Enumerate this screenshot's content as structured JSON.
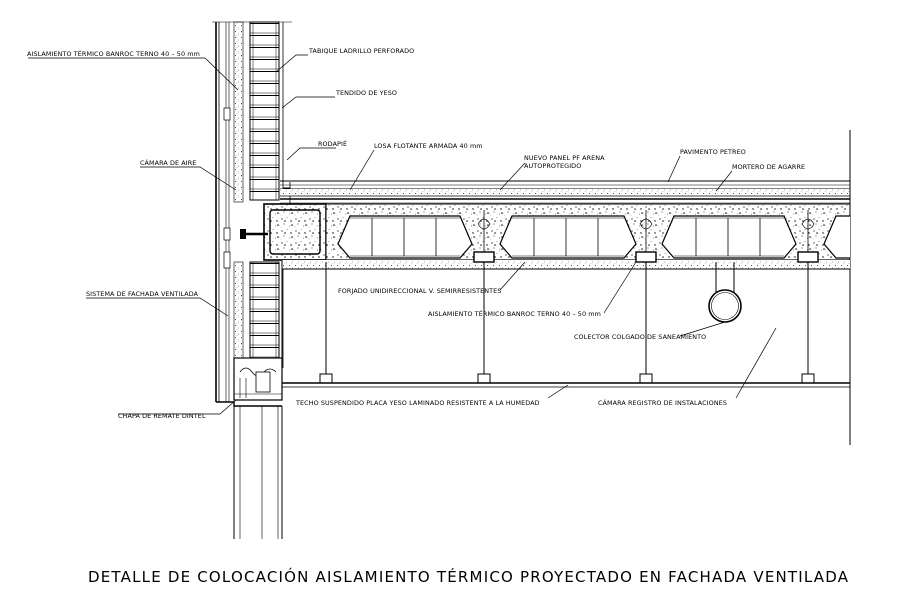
{
  "labels": {
    "aislamiento_top": "AISLAMIENTO TÉRMICO BANROC TERNO 40 – 50 mm",
    "tabique": "TABIQUE LADRILLO PERFORADO",
    "tendido": "TENDIDO DE YESO",
    "camara_aire": "CÁMARA DE AIRE",
    "rodapie": "RODAPIÉ",
    "losa": "LOSA FLOTANTE ARMADA 40 mm",
    "nuevo_panel_1": "NUEVO PANEL PF ARENA",
    "nuevo_panel_2": "AUTOPROTEGIDO",
    "pavimento": "PAVIMENTO PETREO",
    "mortero": "MORTERO DE AGARRE",
    "sistema_fachada": "SISTEMA DE FACHADA VENTILADA",
    "forjado": "FORJADO UNIDIRECCIONAL V. SEMIRRESISTENTES",
    "aislamiento_mid": "AISLAMIENTO TÉRMICO BANROC TERNO 40 – 50 mm",
    "colector": "COLECTOR COLGADO DE SANEAMIENTO",
    "chapa": "CHAPA DE REMATE DINTEL",
    "techo": "TECHO SUSPENDIDO PLACA  YESO LAMINADO RESISTENTE A LA HUMEDAD",
    "camara_registro": "CÁMARA REGISTRO DE INSTALACIONES"
  },
  "caption": "DETALLE DE COLOCACIÓN AISLAMIENTO TÉRMICO PROYECTADO EN FACHADA VENTILADA"
}
